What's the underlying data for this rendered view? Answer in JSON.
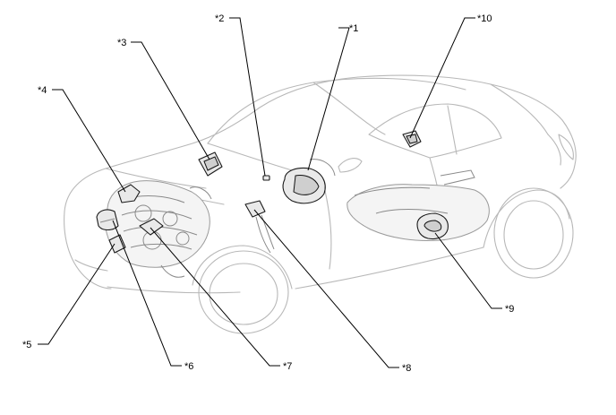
{
  "callouts": [
    {
      "id": "1",
      "label": "*1"
    },
    {
      "id": "2",
      "label": "*2"
    },
    {
      "id": "3",
      "label": "*3"
    },
    {
      "id": "4",
      "label": "*4"
    },
    {
      "id": "5",
      "label": "*5"
    },
    {
      "id": "6",
      "label": "*6"
    },
    {
      "id": "7",
      "label": "*7"
    },
    {
      "id": "8",
      "label": "*8"
    },
    {
      "id": "9",
      "label": "*9"
    },
    {
      "id": "10",
      "label": "*10"
    }
  ]
}
